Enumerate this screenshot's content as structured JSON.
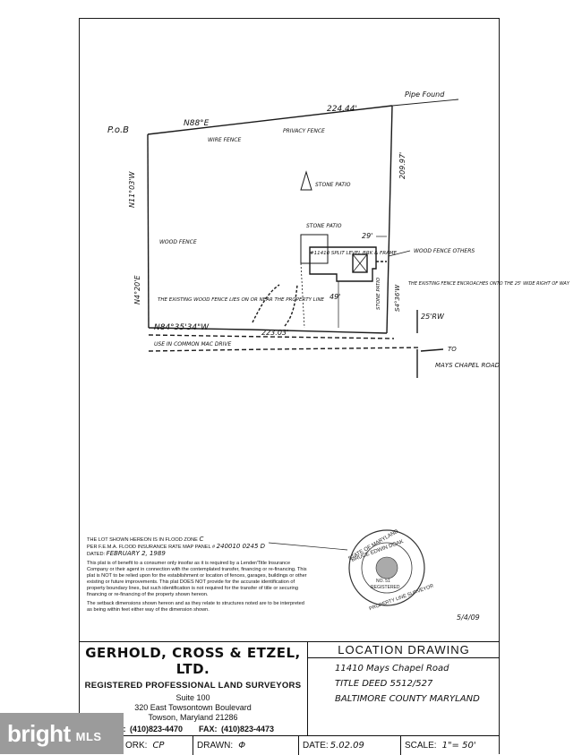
{
  "plat": {
    "por": "P.o.B",
    "north_bearing": "N88°E",
    "north_distance": "224.44'",
    "pipe_found": "Pipe Found",
    "wire_fence": "WIRE FENCE",
    "privacy_fence": "PRIVACY FENCE",
    "west_bearing_upper": "N11°03'W",
    "west_bearing_lower": "N4°20'E",
    "east_distance": "209.97'",
    "east_bearing": "S4°36'W",
    "stone_patio_top": "STONE PATIO",
    "stone_patio_mid": "STONE PATIO",
    "stone_patio_side": "STONE PATIO",
    "wood_fence_left": "WOOD FENCE",
    "wood_fence_right": "WOOD FENCE OTHERS",
    "house_label": "#11410 SPLIT LEVEL BRK & FRAME",
    "dim_29": "29'",
    "dim_49": "49'",
    "existing_fence_left": "THE EXISTING WOOD FENCE LIES ON OR NEAR THE PROPERTY LINE",
    "existing_fence_right": "THE EXISTING FENCE ENCROACHES ONTO THE 25' WIDE RIGHT OF WAY",
    "south_bearing": "N84°35'34\"W",
    "south_distance": "223.03'",
    "row_width": "25'RW",
    "road_label": "USE IN COMMON MAC DRIVE",
    "to": "TO",
    "mays_chapel": "MAYS CHAPEL ROAD"
  },
  "notes": {
    "flood1": "THE LOT SHOWN HEREON IS IN FLOOD ZONE",
    "flood_zone": "C",
    "flood2": "PER F.E.M.A. FLOOD INSURANCE RATE MAP PANEL #",
    "panel": "240010 0245 D",
    "dated_label": "DATED:",
    "dated": "FEBRUARY 2, 1989",
    "p1": "This plat is of benefit to a consumer only insofar as it is required by a Lender/Title Insurance Company or their agent in connection with the contemplated transfer, financing or re-financing. This plat is NOT to be relied upon for the establishment or location of fences, garages, buildings or other existing or future improvements. This plat DOES NOT provide for the accurate identification of property boundary lines, but such identification is not required for the transfer of title or securing financing or re-financing of the property shown hereon.",
    "p2a": "The setback dimensions shown hereon and as they relate to structures noted are to be interpreted as being within",
    "p2b": "feet either way of the dimension shown."
  },
  "seal": {
    "state": "STATE OF MARYLAND",
    "name": "BRUCE EDWIN DOAK",
    "number": "NO. 51",
    "registered": "REGISTERED",
    "plsurveyor": "PROPERTY LINE SURVEYOR",
    "date": "5/4/09"
  },
  "title_block": {
    "firm": "GERHOLD, CROSS & ETZEL, LTD.",
    "subtitle": "REGISTERED PROFESSIONAL LAND SURVEYORS",
    "suite": "Suite 100",
    "street": "320 East Towsontown Boulevard",
    "city": "Towson, Maryland  21286",
    "phone": "PH: (410)823-4470",
    "fax": "FAX: (410)823-4473",
    "drawing_title": "LOCATION DRAWING",
    "addr1": "11410 Mays Chapel Road",
    "addr2": "TITLE DEED 5512/527",
    "addr3": "BALTIMORE COUNTY MARYLAND",
    "work_label": "ORK:",
    "work_val": "CP",
    "drawn_label": "DRAWN:",
    "drawn_val": "Φ",
    "date_label": "DATE:",
    "date_val": "5.02.09",
    "scale_label": "SCALE:",
    "scale_val": "1\"= 50'"
  },
  "brand": {
    "word": "bright",
    "mls": "MLS"
  }
}
